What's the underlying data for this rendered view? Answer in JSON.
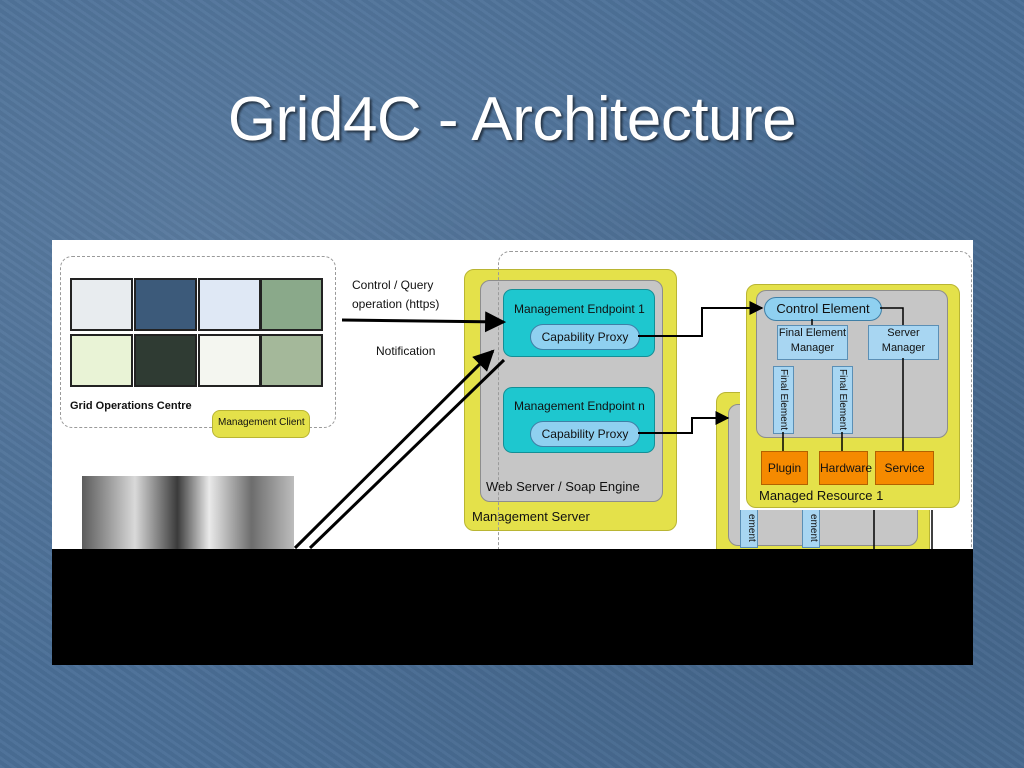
{
  "slide": {
    "title": "Grid4C - Architecture"
  },
  "diagram": {
    "goc_label": "Grid Operations Centre",
    "management_client": "Management Client",
    "control_query_line1": "Control / Query",
    "control_query_line2": "operation (https)",
    "notification": "Notification",
    "endpoint_1": "Management Endpoint 1",
    "endpoint_n": "Management Endpoint n",
    "capability_proxy": "Capability Proxy",
    "web_server": "Web Server / Soap Engine",
    "management_server": "Management Server",
    "control_element": "Control Element",
    "final_element_manager_line1": "Final Element",
    "final_element_manager_line2": "Manager",
    "server_manager_line1": "Server",
    "server_manager_line2": "Manager",
    "final_element": "Final Element",
    "plugin": "Plugin",
    "hardware": "Hardware",
    "service": "Service",
    "managed_resource": "Managed Resource 1",
    "partial_element_1": "ement",
    "partial_element_2": "ement"
  },
  "colors": {
    "background": "#4a6e96",
    "yellow_container": "#e4e14a",
    "cyan_endpoint": "#1ec7cf",
    "light_blue": "#8fd0f0",
    "orange": "#f58a00"
  }
}
